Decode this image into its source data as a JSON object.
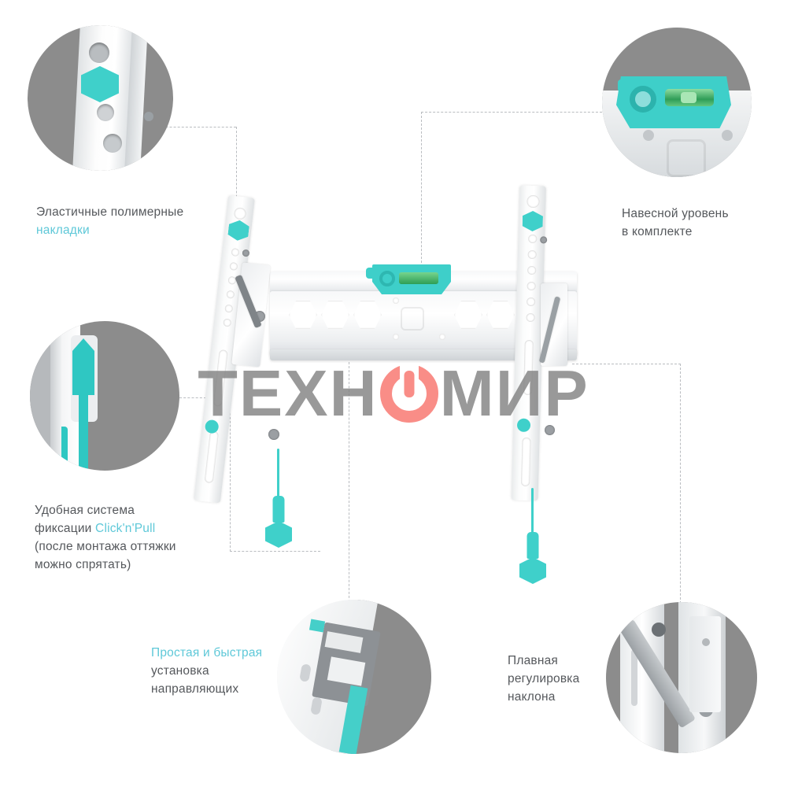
{
  "page": {
    "background": "#ffffff",
    "accent_teal": "#3fd0ca",
    "text_teal": "#5ec8d8",
    "text_gray": "#55585c",
    "circle_gray": "#8c8c8c",
    "dash_color": "#b9bcc0"
  },
  "watermark": {
    "text_before": "ТЕХН",
    "icon": "power-icon",
    "text_after": "МИР",
    "full_text": "ТЕХНОМИР",
    "color": "#808080",
    "icon_color": "#f98d87"
  },
  "callouts": [
    {
      "id": "elastic-pads",
      "position": "top-left",
      "lines": [
        {
          "text": "Эластичные полимерные",
          "highlight": false
        },
        {
          "text": "накладки",
          "highlight": true
        }
      ]
    },
    {
      "id": "wall-level",
      "position": "top-right",
      "lines": [
        {
          "text": "Навесной уровень",
          "highlight": false
        },
        {
          "text": "в комплекте",
          "highlight": false
        }
      ]
    },
    {
      "id": "click-n-pull",
      "position": "middle-left",
      "lines": [
        {
          "text": "Удобная система",
          "highlight": false
        },
        {
          "text": "фиксации ",
          "highlight": false,
          "tail": "Click'n'Pull",
          "tail_highlight": true
        },
        {
          "text": "(после монтажа оттяжки",
          "highlight": false
        },
        {
          "text": "можно спрятать)",
          "highlight": false
        }
      ]
    },
    {
      "id": "rail-install",
      "position": "bottom-left",
      "lines": [
        {
          "text": "Простая и быстрая",
          "highlight": true
        },
        {
          "text": "установка",
          "highlight": false
        },
        {
          "text": "направляющих",
          "highlight": false
        }
      ]
    },
    {
      "id": "tilt-adjust",
      "position": "bottom-right",
      "lines": [
        {
          "text": "Плавная",
          "highlight": false
        },
        {
          "text": "регулировка",
          "highlight": false
        },
        {
          "text": "наклона",
          "highlight": false
        }
      ]
    }
  ],
  "detail_circles": [
    {
      "id": "detail-elastic-pads",
      "label": "Эластичные полимерные накладки",
      "subject": "teal hex cap on white bracket arm"
    },
    {
      "id": "detail-wall-level",
      "label": "Навесной уровень в комплекте",
      "subject": "teal bubble level with green vial"
    },
    {
      "id": "detail-click-n-pull",
      "label": "Удобная система фиксации Click'n'Pull",
      "subject": "teal pull-tab latch"
    },
    {
      "id": "detail-rail-install",
      "label": "Простая и быстрая установка направляющих",
      "subject": "rail guide bracket detail"
    },
    {
      "id": "detail-tilt-adjust",
      "label": "Плавная регулировка наклона",
      "subject": "tilt adjustment arm"
    }
  ],
  "product": {
    "name": "tv-wall-mount-bracket",
    "description": "Наклонный кронштейн для телевизора",
    "parts": [
      "левая вертикальная направляющая",
      "правая вертикальная направляющая",
      "горизонтальная настенная планка",
      "навесной уровень",
      "оттяжки Click'n'Pull"
    ]
  }
}
